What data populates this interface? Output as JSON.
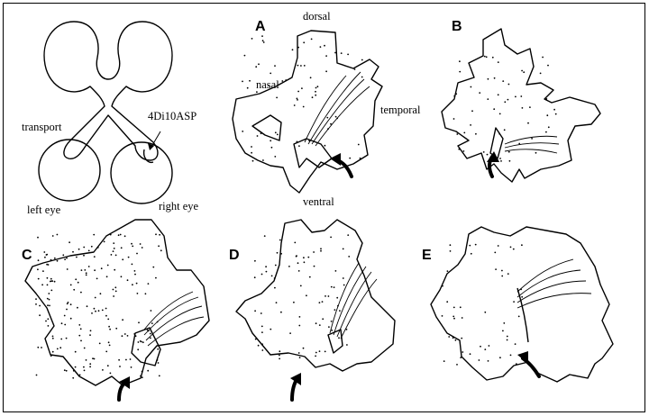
{
  "labels": {
    "dorsal": "dorsal",
    "nasal": "nasal",
    "temporal": "temporal",
    "ventral": "ventral",
    "transport": "transport",
    "tracer": "4Di10ASP",
    "left_eye": "left eye",
    "right_eye": "right eye"
  },
  "panels": [
    "A",
    "B",
    "C",
    "D",
    "E"
  ]
}
